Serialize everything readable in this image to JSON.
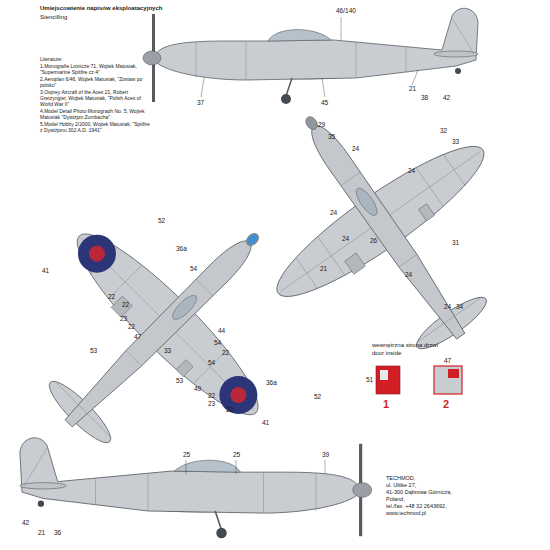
{
  "diagram": {
    "title": "Umiejscowienie napisów eksploatacyjnych",
    "labels": [
      "Stencilling",
      "Literature:",
      "1.Monografie Lotnicze 71, Wojtek Matusiak, \"Supermarine Spitfire cz.4\"",
      "2.Aeroplan 6/46, Wojtek Matusiak, \"Zostaw po polsku\"",
      "3.Osprey Aircraft of the Aces 21, Robert Gretzyngier, Wojtek Matusiak, \"Polish Aces of World War II\"",
      "4.Model Detail Photo Monograph No. 5, Wojtek Matusiak \"Dywizjon Zumbacha\"",
      "5.Model Hobby 2/2000, Wojtek Matusiak, \"Spitfire z Dywizjonu 302 A.D. 1941\"",
      "46/140",
      "37",
      "45",
      "21",
      "38",
      "42",
      "29",
      "35",
      "24",
      "32",
      "33",
      "24",
      "24",
      "24",
      "26",
      "21",
      "31",
      "24",
      "24",
      "34",
      "52",
      "36a",
      "54",
      "41",
      "22",
      "22",
      "23",
      "22",
      "47",
      "53",
      "44",
      "54",
      "33",
      "22",
      "54",
      "36a",
      "53",
      "49",
      "22",
      "23",
      "22",
      "41",
      "52",
      "wewnętrzna strona drzwi",
      "door inside",
      "51",
      "47",
      "1",
      "2",
      "25",
      "25",
      "39",
      "42",
      "21",
      "36",
      "TECHMOD,",
      "ul. Ułtike 27,",
      "41-300 Dąbrowa Górnicza,",
      "Poland,",
      "tel./fax. +48 32 2643692,",
      "www.techmod.pl"
    ]
  }
}
